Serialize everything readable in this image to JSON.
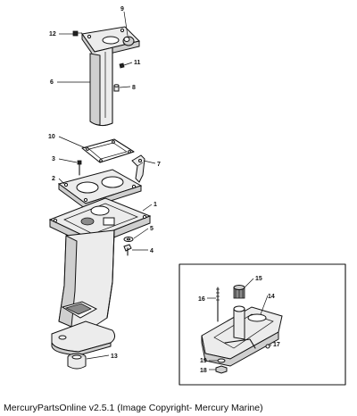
{
  "caption": "MercuryPartsOnline v2.5.1 (Image Copyright- Mercury Marine)",
  "callouts": {
    "c1": "1",
    "c2": "2",
    "c3": "3",
    "c4": "4",
    "c5": "5",
    "c6": "6",
    "c7": "7",
    "c8": "8",
    "c9": "9",
    "c10": "10",
    "c11": "11",
    "c12": "12",
    "c13": "13",
    "c14": "14",
    "c15": "15",
    "c16": "16",
    "c17": "17",
    "c18": "18",
    "c19": "19"
  }
}
